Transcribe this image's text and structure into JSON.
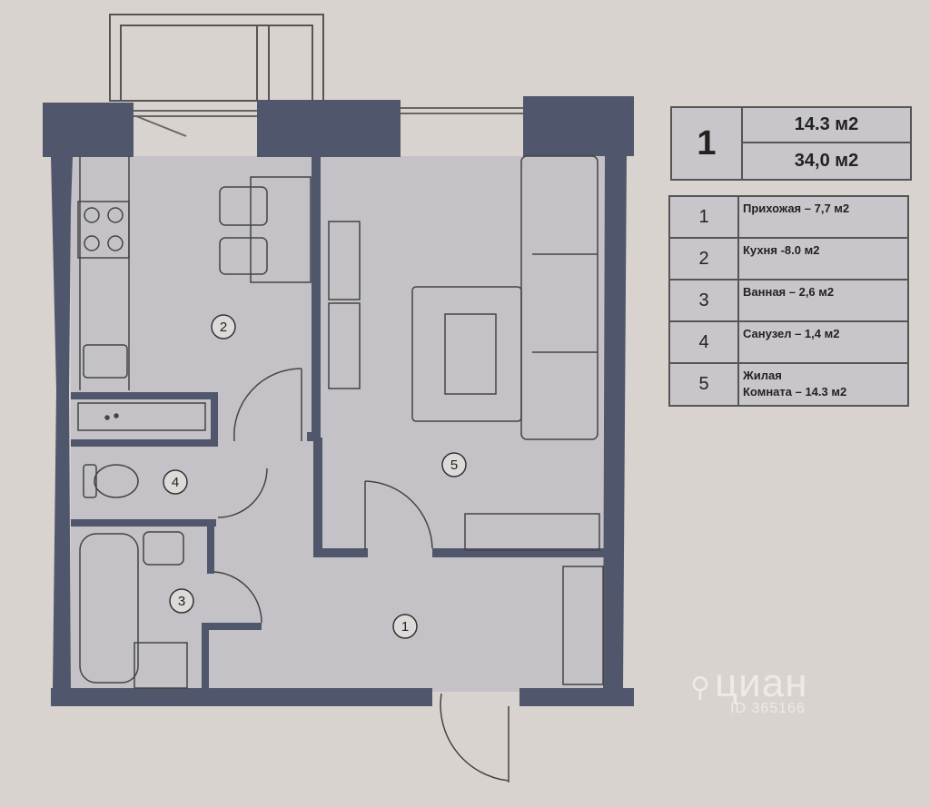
{
  "summary": {
    "apartment": "1",
    "living_area": "14.3 м2",
    "total_area": "34,0 м2"
  },
  "legend": [
    {
      "num": "1",
      "label": "Прихожая – 7,7 м2"
    },
    {
      "num": "2",
      "label": "Кухня -8.0  м2"
    },
    {
      "num": "3",
      "label": "Ванная – 2,6 м2"
    },
    {
      "num": "4",
      "label": "Санузел – 1,4 м2"
    },
    {
      "num": "5",
      "label": "Жилая\nКомната – 14.3  м2"
    }
  ],
  "rooms": [
    "1",
    "2",
    "3",
    "4",
    "5"
  ],
  "watermark": {
    "brand": "циан",
    "id": "ID 365166"
  },
  "colors": {
    "wall": "#50566b",
    "floor": "#c4c2c7",
    "background": "#d9d3cf"
  }
}
